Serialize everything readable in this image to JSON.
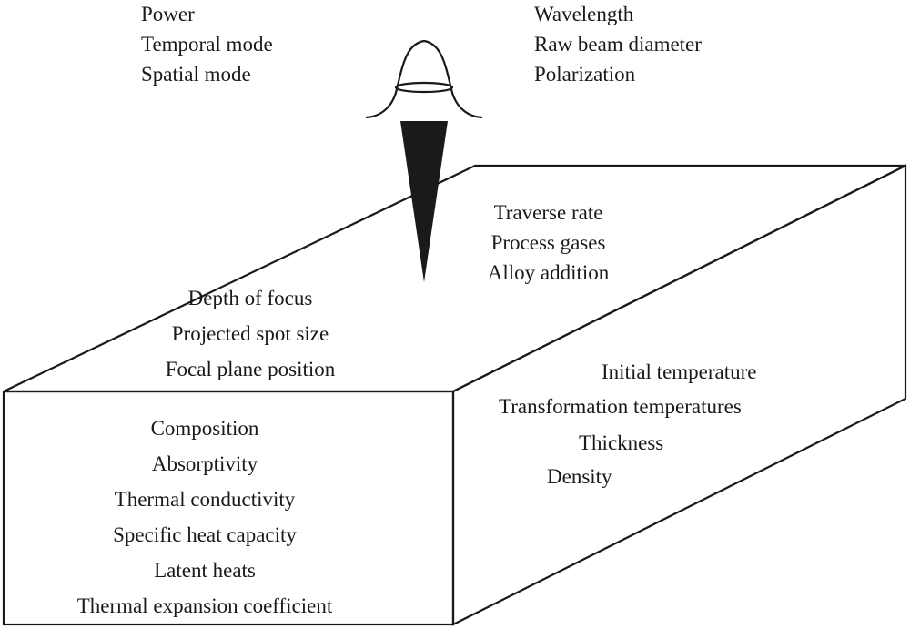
{
  "laser_params_left": [
    "Power",
    "Temporal mode",
    "Spatial mode"
  ],
  "laser_params_right": [
    "Wavelength",
    "Raw beam diameter",
    "Polarization"
  ],
  "process_params": [
    "Traverse rate",
    "Process gases",
    "Alloy addition"
  ],
  "optics_params": [
    "Depth of focus",
    "Projected spot size",
    "Focal plane position"
  ],
  "material_params_side": [
    "Initial temperature",
    "Transformation temperatures",
    "Thickness",
    "Density"
  ],
  "material_params_front": [
    "Composition",
    "Absorptivity",
    "Thermal conductivity",
    "Specific heat capacity",
    "Latent heats",
    "Thermal expansion coefficient"
  ],
  "icons": {
    "beam_profile": "gaussian-beam-profile-icon",
    "focused_beam": "focused-beam-cone-icon"
  },
  "colors": {
    "line": "#1a1a1a",
    "background": "#ffffff"
  }
}
